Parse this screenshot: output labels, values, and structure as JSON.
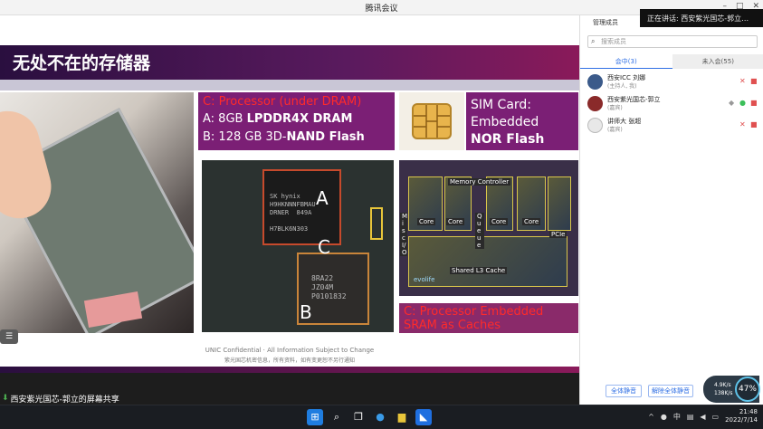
{
  "window": {
    "title": "腾讯会议",
    "min": "–",
    "max": "□",
    "close": "✕"
  },
  "slide": {
    "title": "无处不在的存储器",
    "proc": {
      "line1": "C: Processor (under DRAM)",
      "line2_pre": "A: 8GB ",
      "line2_b": "LPDDR4X DRAM",
      "line3_pre": "B: 128 GB 3D-",
      "line3_b": "NAND Flash"
    },
    "sim": {
      "line1": "SIM Card:",
      "line2": "Embedded",
      "line3": "NOR Flash"
    },
    "pcb": {
      "mark_a": "A",
      "mark_b": "B",
      "mark_c": "C",
      "chipA_text": "SK hynix\nH9HKNNNFBMAU\nDRNER  849A\n\nH7BLK6N303",
      "chipB_text": "8RA22\nJZ04M\nP0101832"
    },
    "die": {
      "memctrl": "Memory Controller",
      "core": "Core",
      "queue": "Queue",
      "misc": "Misc I/O",
      "pcie": "PCIe",
      "l3": "Shared L3 Cache",
      "brand": "evolife"
    },
    "sram": {
      "line1": "C: Processor Embedded",
      "line2": "SRAM as Caches"
    },
    "footer": {
      "line1": "UNIC Confidential · All Information Subject to Change",
      "line2": "紫光国芯机密信息，所有资料，如有变更恕不另行通知"
    }
  },
  "sharer": {
    "label": "西安紫光国芯-郭立的屏幕共享"
  },
  "panel": {
    "header": "管理成员",
    "speaking": "正在讲话: 西安紫光国芯-郭立…",
    "search_placeholder": "搜索成员",
    "tabs": [
      {
        "label": "会中(3)"
      },
      {
        "label": "未入会(55)"
      }
    ],
    "participants": [
      {
        "name": "西安ICC 刘娜",
        "role": "(主持人, 我)",
        "avatar_color": "#3b5a8a"
      },
      {
        "name": "西安紫光国芯-郭立",
        "role": "(嘉宾)",
        "avatar_color": "#8a2a2a"
      },
      {
        "name": "讲师大 张超",
        "role": "(嘉宾)",
        "avatar_color": "#d0d0d0"
      }
    ],
    "mute_all": "全体静音",
    "unmute_all": "解除全体静音",
    "net": {
      "up": "4.9K/s",
      "down": "138K/s",
      "pct": "47%"
    }
  },
  "taskbar": {
    "time": "21:48",
    "date": "2022/7/14",
    "ime": "中"
  }
}
